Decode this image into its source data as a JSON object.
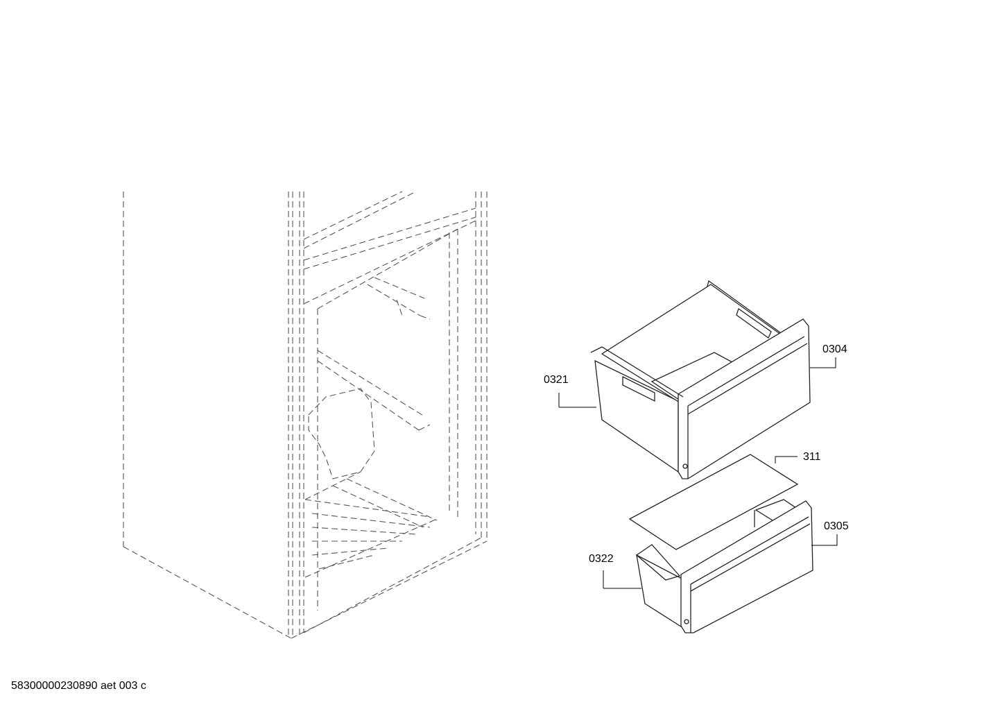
{
  "callouts": [
    {
      "id": "0304",
      "label": "0304"
    },
    {
      "id": "0321",
      "label": "0321"
    },
    {
      "id": "311",
      "label": "311"
    },
    {
      "id": "0305",
      "label": "0305"
    },
    {
      "id": "0322",
      "label": "0322"
    }
  ],
  "footer": {
    "document_code": "58300000230890 aet 003 c"
  }
}
